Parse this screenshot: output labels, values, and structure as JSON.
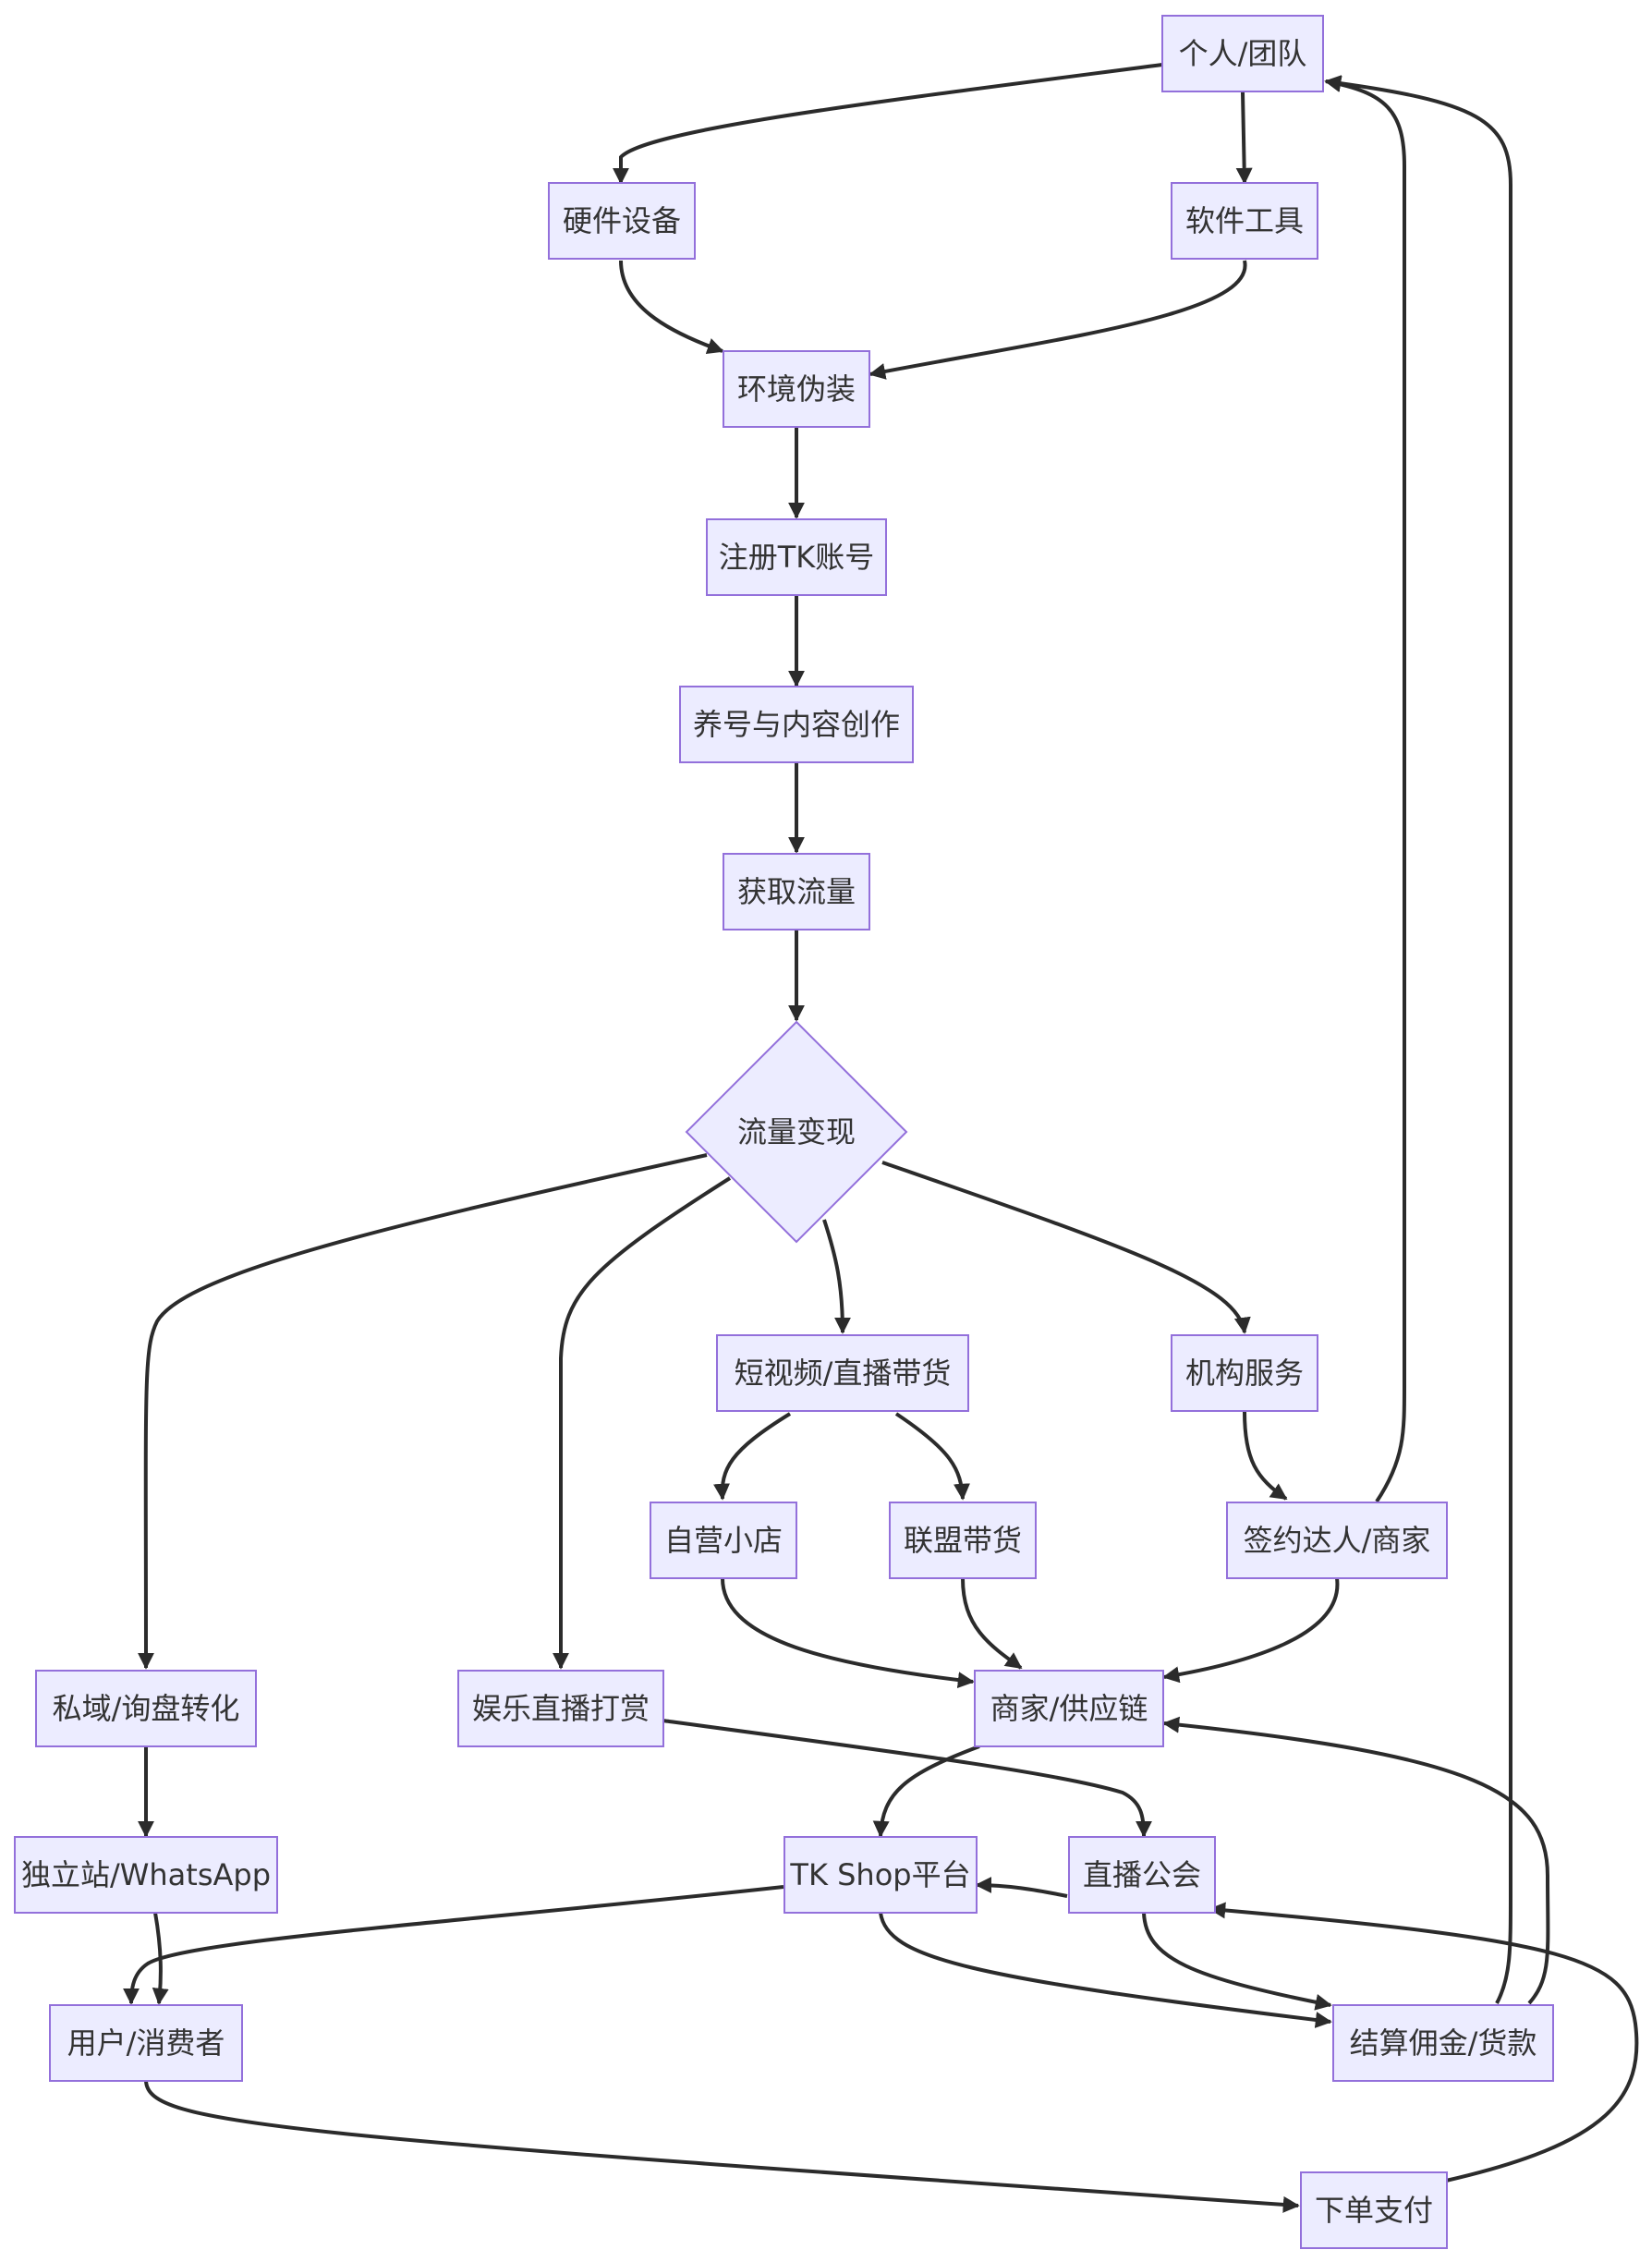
{
  "nodes": {
    "personal_team": "个人/团队",
    "hardware": "硬件设备",
    "software": "软件工具",
    "env_disguise": "环境伪装",
    "register_tk": "注册TK账号",
    "nurture_content": "养号与内容创作",
    "get_traffic": "获取流量",
    "monetize": "流量变现",
    "short_video_live": "短视频/直播带货",
    "agency_service": "机构服务",
    "own_shop": "自营小店",
    "affiliate": "联盟带货",
    "sign_creators": "签约达人/商家",
    "private_domain": "私域/询盘转化",
    "entertainment_live": "娱乐直播打赏",
    "merchant_supply": "商家/供应链",
    "independent_site": "独立站/WhatsApp",
    "tk_shop": "TK Shop平台",
    "live_guild": "直播公会",
    "consumer": "用户/消费者",
    "settlement": "结算佣金/货款",
    "order_pay": "下单支付"
  }
}
